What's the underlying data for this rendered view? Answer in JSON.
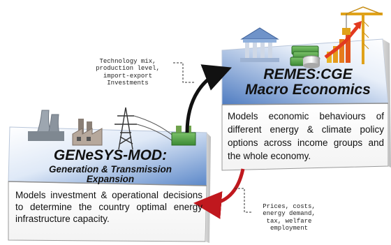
{
  "remes": {
    "title_line1": "REMES:CGE",
    "title_line2": "Macro Economics",
    "description": "Models economic behaviours of different energy & climate policy options across income groups and the whole economy."
  },
  "genesys": {
    "title_line1": "GENeSYS-MOD:",
    "title_line2": "Generation & Transmission",
    "title_line3": "Expansion",
    "description": "Models investment & operational decisions to determine the country optimal energy infrastructure capacity."
  },
  "flow_to_remes": {
    "lines": "Technology mix,\nproduction level,\nimport-export\nInvestments"
  },
  "flow_to_genesys": {
    "lines": "Prices, costs,\nenergy demand,\ntax, welfare\nemployment"
  },
  "colors": {
    "top_blue": "#5a86c8",
    "top_light": "#eaf1fb",
    "box_edge": "#9a9a9a",
    "arrow_black": "#111111",
    "arrow_red": "#c0181e",
    "gold": "#e0a21a",
    "growth_red": "#e23a1f"
  }
}
